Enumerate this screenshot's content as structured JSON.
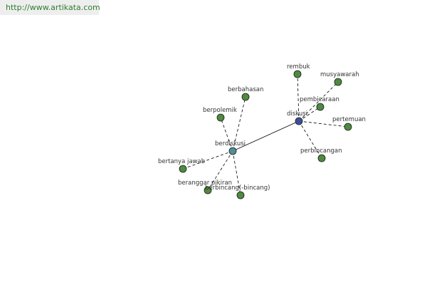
{
  "header": {
    "url": "http://www.artikata.com"
  },
  "colors": {
    "background": "#ffffff",
    "leaf_node": "#4e8a3f",
    "hub_primary": "#3a4f9a",
    "hub_secondary": "#4f8f98",
    "node_stroke": "#1a1a1a",
    "link": "#000000",
    "url_bg": "#eeeeee",
    "url_text": "#2e7d2e"
  },
  "graph": {
    "nodes": [
      {
        "id": "diskusi",
        "label": "diskusi",
        "kind": "hub-primary"
      },
      {
        "id": "berdiskusi",
        "label": "berdiskusi",
        "kind": "hub-secondary"
      },
      {
        "id": "rembuk",
        "label": "rembuk",
        "kind": "leaf"
      },
      {
        "id": "musyawarah",
        "label": "musyawarah",
        "kind": "leaf"
      },
      {
        "id": "pembicaraan",
        "label": "pembicaraan",
        "kind": "leaf"
      },
      {
        "id": "pertemuan",
        "label": "pertemuan",
        "kind": "leaf"
      },
      {
        "id": "perbincangan",
        "label": "perbincangan",
        "kind": "leaf"
      },
      {
        "id": "berbahasan",
        "label": "berbahasan",
        "kind": "leaf"
      },
      {
        "id": "berpolemik",
        "label": "berpolemik",
        "kind": "leaf"
      },
      {
        "id": "bertanya-jawab",
        "label": "bertanya jawab",
        "kind": "leaf"
      },
      {
        "id": "berangggar-pikiran",
        "label": "beranggar pikiran",
        "kind": "leaf"
      },
      {
        "id": "berbincang",
        "label": "berbincang(-bincang)",
        "kind": "leaf"
      }
    ],
    "edges": [
      {
        "from": "diskusi",
        "to": "berdiskusi",
        "style": "solid"
      },
      {
        "from": "diskusi",
        "to": "rembuk",
        "style": "dashed"
      },
      {
        "from": "diskusi",
        "to": "musyawarah",
        "style": "dashed"
      },
      {
        "from": "diskusi",
        "to": "pembicaraan",
        "style": "dashed"
      },
      {
        "from": "diskusi",
        "to": "pertemuan",
        "style": "dashed"
      },
      {
        "from": "diskusi",
        "to": "perbincangan",
        "style": "dashed"
      },
      {
        "from": "berdiskusi",
        "to": "berbahasan",
        "style": "dashed"
      },
      {
        "from": "berdiskusi",
        "to": "berpolemik",
        "style": "dashed"
      },
      {
        "from": "berdiskusi",
        "to": "bertanya-jawab",
        "style": "dashed"
      },
      {
        "from": "berdiskusi",
        "to": "berangggar-pikiran",
        "style": "dashed"
      },
      {
        "from": "berdiskusi",
        "to": "berbincang",
        "style": "dashed"
      }
    ]
  }
}
